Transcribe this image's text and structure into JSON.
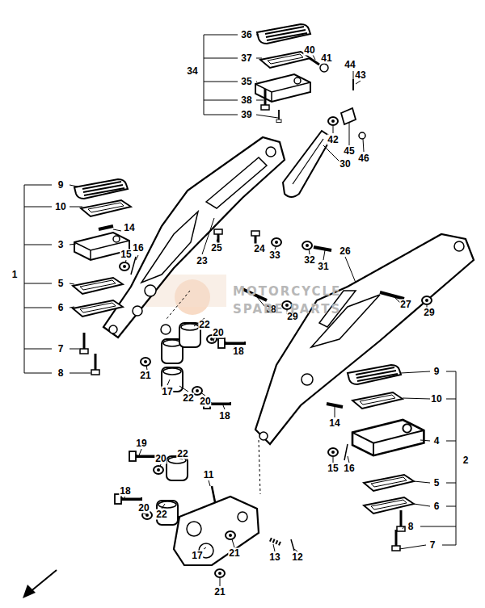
{
  "diagram": {
    "labels": [
      "36",
      "37",
      "34",
      "35",
      "38",
      "39",
      "40",
      "41",
      "44",
      "43",
      "42",
      "45",
      "46",
      "30",
      "9",
      "10",
      "14",
      "3",
      "16",
      "15",
      "1",
      "5",
      "6",
      "7",
      "8",
      "25",
      "24",
      "33",
      "32",
      "31",
      "23",
      "26",
      "28",
      "29",
      "27",
      "29",
      "22",
      "20",
      "18",
      "21",
      "17",
      "22",
      "20",
      "18",
      "9",
      "10",
      "14",
      "4",
      "15",
      "16",
      "2",
      "5",
      "6",
      "8",
      "7",
      "19",
      "20",
      "22",
      "11",
      "18",
      "20",
      "22",
      "17",
      "21",
      "13",
      "12",
      "21",
      "MOTORCYCLE",
      "SPARE PARTS"
    ]
  }
}
